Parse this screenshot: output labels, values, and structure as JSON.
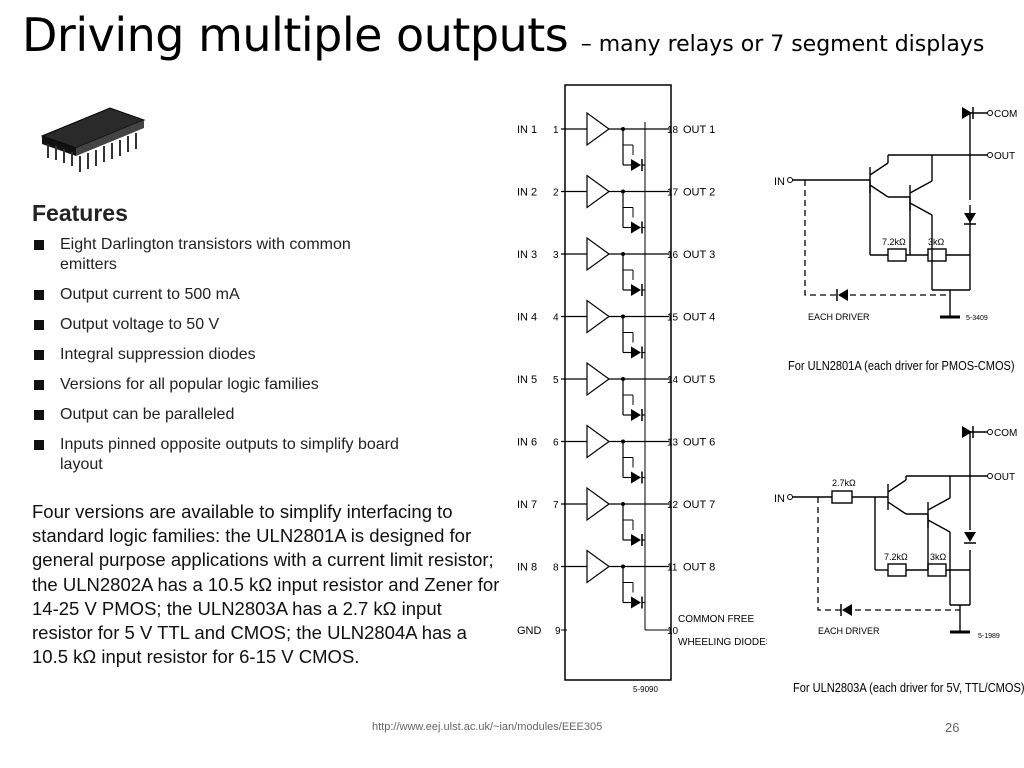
{
  "slide": {
    "title": "Driving multiple outputs",
    "subtitle": "– many relays or 7 segment displays",
    "url": "http://www.eej.ulst.ac.uk/~ian/modules/EEE305",
    "page_number": "26"
  },
  "features": {
    "heading": "Features",
    "items": [
      "Eight Darlington transistors with common emitters",
      "Output current to 500 mA",
      "Output voltage to 50 V",
      "Integral suppression diodes",
      "Versions for all popular logic families",
      "Output can be paralleled",
      "Inputs pinned opposite outputs to simplify board layout"
    ]
  },
  "description": "Four versions are available to simplify interfacing to standard logic families: the ULN2801A is designed for general purpose applications with a current limit resistor; the ULN2802A has a 10.5 kΩ input resistor and Zener for 14-25 V PMOS; the ULN2803A has a 2.7 kΩ input resistor for 5 V TTL and CMOS; the ULN2804A has a 10.5 kΩ input resistor for 6-15 V CMOS.",
  "pinout": {
    "inputs": [
      {
        "label": "IN 1",
        "pin": "1"
      },
      {
        "label": "IN 2",
        "pin": "2"
      },
      {
        "label": "IN 3",
        "pin": "3"
      },
      {
        "label": "IN 4",
        "pin": "4"
      },
      {
        "label": "IN 5",
        "pin": "5"
      },
      {
        "label": "IN 6",
        "pin": "6"
      },
      {
        "label": "IN 7",
        "pin": "7"
      },
      {
        "label": "IN 8",
        "pin": "8"
      }
    ],
    "outputs": [
      {
        "label": "OUT 1",
        "pin": "18"
      },
      {
        "label": "OUT 2",
        "pin": "17"
      },
      {
        "label": "OUT 3",
        "pin": "16"
      },
      {
        "label": "OUT 4",
        "pin": "15"
      },
      {
        "label": "OUT 5",
        "pin": "14"
      },
      {
        "label": "OUT 6",
        "pin": "13"
      },
      {
        "label": "OUT 7",
        "pin": "12"
      },
      {
        "label": "OUT 8",
        "pin": "11"
      }
    ],
    "gnd_label": "GND",
    "gnd_pin": "9",
    "common_pin": "10",
    "common_label_1": "COMMON FREE",
    "common_label_2": "WHEELING DIODES",
    "ref_code": "5-9090"
  },
  "circuit1": {
    "in_label": "IN",
    "com_label": "COM",
    "out_label": "OUT",
    "r1": "7.2kΩ",
    "r2": "3kΩ",
    "each_driver": "EACH DRIVER",
    "ref": "5-3409",
    "caption": "For ULN2801A (each driver for PMOS-CMOS)"
  },
  "circuit2": {
    "in_label": "IN",
    "com_label": "COM",
    "out_label": "OUT",
    "r_in": "2.7kΩ",
    "r1": "7.2kΩ",
    "r2": "3kΩ",
    "each_driver": "EACH DRIVER",
    "ref": "5-1989",
    "caption": "For ULN2803A (each driver for 5V, TTL/CMOS)"
  }
}
